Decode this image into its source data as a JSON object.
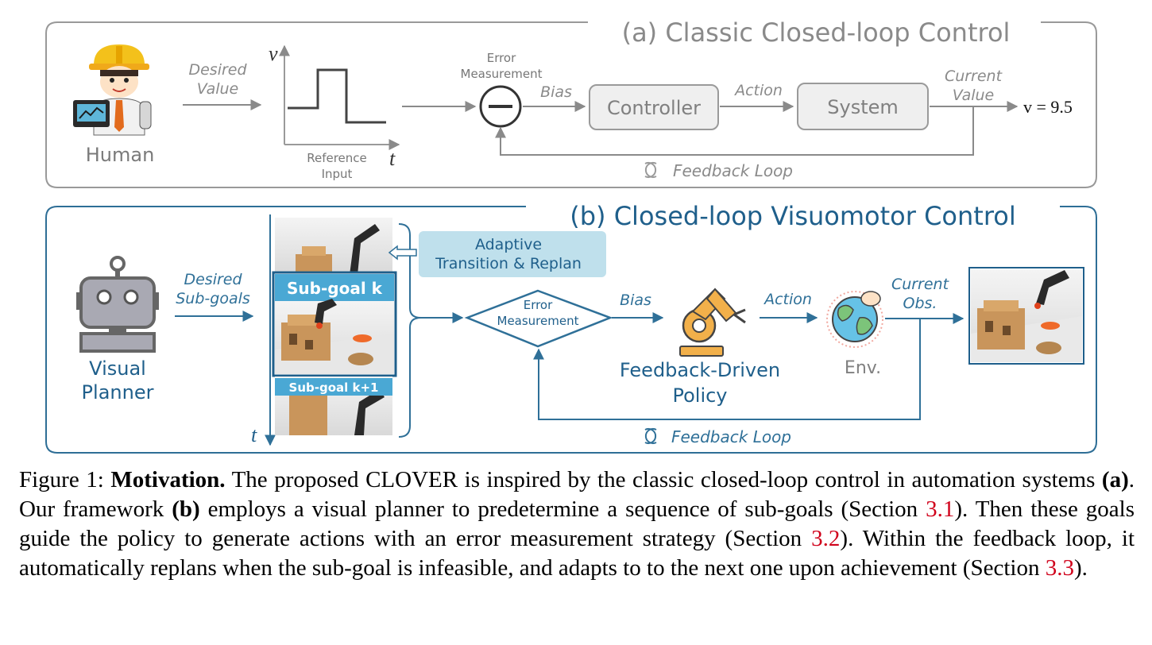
{
  "colors": {
    "panel_a_stroke": "#999999",
    "panel_b_stroke": "#2e6e96",
    "grey_box_fill": "#efefef",
    "grey_text": "#808080",
    "blue_text": "#1f5f8b",
    "blue_line": "#2f7098",
    "callout_fill": "#bfe0ec",
    "subgoal_fill": "#4aa8d4",
    "ref_red": "#d0021b"
  },
  "panel_a": {
    "title": "(a) Classic Closed-loop Control",
    "human_label": "Human",
    "desired_value": [
      "Desired",
      "Value"
    ],
    "axis_v": "v",
    "axis_t": "t",
    "reference_input": [
      "Reference",
      "Input"
    ],
    "error_measurement": [
      "Error",
      "Measurement"
    ],
    "bias": "Bias",
    "controller": "Controller",
    "action": "Action",
    "system": "System",
    "current_value": [
      "Current",
      "Value"
    ],
    "output_value": "v = 9.5",
    "feedback_loop": "Feedback Loop"
  },
  "panel_b": {
    "title": "(b) Closed-loop Visuomotor Control",
    "visual_planner": [
      "Visual",
      "Planner"
    ],
    "desired_subgoals": [
      "Desired",
      "Sub-goals"
    ],
    "adaptive": [
      "Adaptive",
      "Transition & Replan"
    ],
    "subgoal_k": "Sub-goal k",
    "subgoal_k1": "Sub-goal k+1",
    "axis_t": "t",
    "error_measurement": [
      "Error",
      "Measurement"
    ],
    "bias": "Bias",
    "policy": [
      "Feedback-Driven",
      "Policy"
    ],
    "action": "Action",
    "env": "Env.",
    "current_obs": [
      "Current",
      "Obs."
    ],
    "feedback_loop": "Feedback Loop"
  },
  "caption": {
    "label": "Figure 1:",
    "bold_title": "Motivation.",
    "part1": "The proposed CLOVER is inspired by the classic closed-loop control in automation systems",
    "part1_bold": "(a)",
    "part2": ". Our framework",
    "part2_bold": "(b)",
    "part3": "employs a visual planner to predetermine a sequence of sub-goals (Section",
    "ref1": "3.1",
    "part4": "). Then these goals guide the policy to generate actions with an error measurement strategy (Section",
    "ref2": "3.2",
    "part5": "). Within the feedback loop, it automatically replans when the sub-goal is infeasible, and adapts to to the next one upon achievement (Section",
    "ref3": "3.3",
    "part6": ")."
  }
}
